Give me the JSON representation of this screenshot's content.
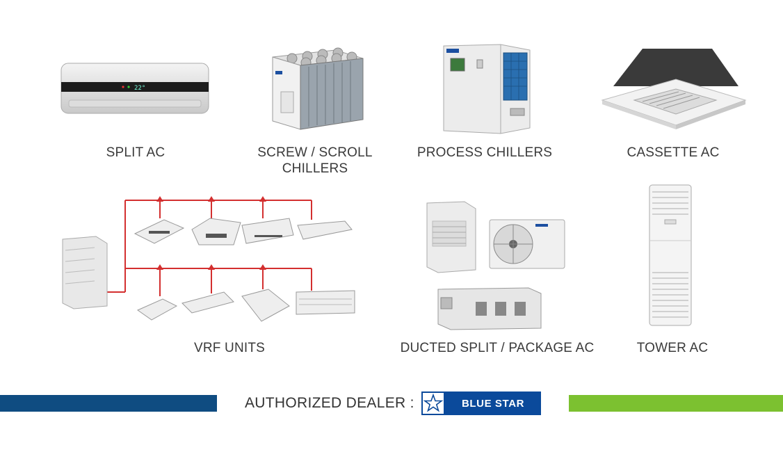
{
  "products": {
    "split_ac": {
      "label": "SPLIT AC",
      "display": "22°"
    },
    "screw_scroll": {
      "label_line1": "SCREW / SCROLL",
      "label_line2": "CHILLERS"
    },
    "process_chillers": {
      "label": "PROCESS CHILLERS"
    },
    "cassette_ac": {
      "label": "CASSETTE AC"
    },
    "vrf_units": {
      "label": "VRF UNITS"
    },
    "ducted_package": {
      "label": "DUCTED SPLIT / PACKAGE AC"
    },
    "tower_ac": {
      "label": "TOWER AC"
    }
  },
  "footer": {
    "dealer_text": "AUTHORIZED DEALER :",
    "brand": "BLUE STAR",
    "left_bar_color": "#0f4c81",
    "right_bar_color": "#7cc130",
    "pipe_color": "#d32f2f"
  }
}
